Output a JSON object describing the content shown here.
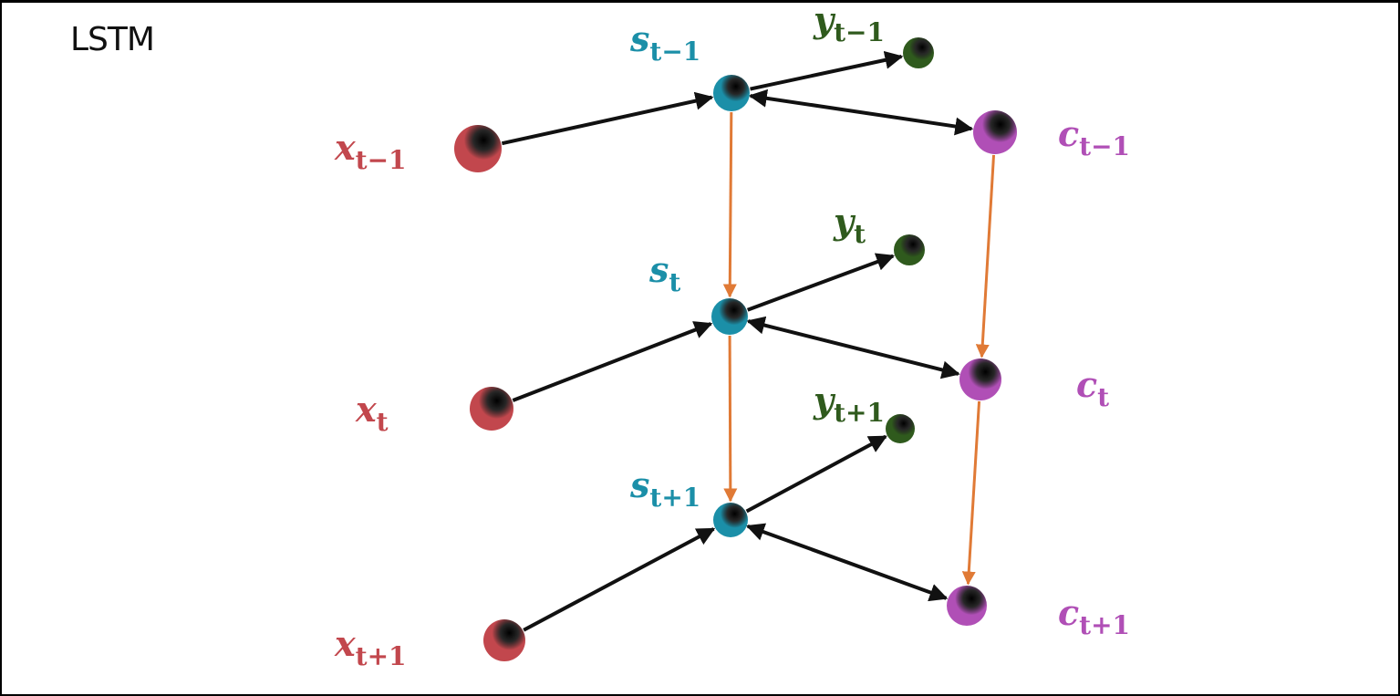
{
  "title": "LSTM",
  "colors": {
    "x": "#c2474d",
    "s": "#1b8fa8",
    "y": "#2f5a1d",
    "c": "#b04fb6",
    "edge": "#111111",
    "memory": "#e07a36"
  },
  "diagram": {
    "nodes": [
      {
        "id": "x_tm1",
        "group": "x",
        "label": "x",
        "sub": "t−1"
      },
      {
        "id": "x_t",
        "group": "x",
        "label": "x",
        "sub": "t"
      },
      {
        "id": "x_tp1",
        "group": "x",
        "label": "x",
        "sub": "t+1"
      },
      {
        "id": "s_tm1",
        "group": "s",
        "label": "s",
        "sub": "t−1"
      },
      {
        "id": "s_t",
        "group": "s",
        "label": "s",
        "sub": "t"
      },
      {
        "id": "s_tp1",
        "group": "s",
        "label": "s",
        "sub": "t+1"
      },
      {
        "id": "y_tm1",
        "group": "y",
        "label": "y",
        "sub": "t−1"
      },
      {
        "id": "y_t",
        "group": "y",
        "label": "y",
        "sub": "t"
      },
      {
        "id": "y_tp1",
        "group": "y",
        "label": "y",
        "sub": "t+1"
      },
      {
        "id": "c_tm1",
        "group": "c",
        "label": "c",
        "sub": "t−1"
      },
      {
        "id": "c_t",
        "group": "c",
        "label": "c",
        "sub": "t"
      },
      {
        "id": "c_tp1",
        "group": "c",
        "label": "c",
        "sub": "t+1"
      }
    ],
    "edges": [
      {
        "from": "x_tm1",
        "to": "s_tm1",
        "type": "input"
      },
      {
        "from": "x_t",
        "to": "s_t",
        "type": "input"
      },
      {
        "from": "x_tp1",
        "to": "s_tp1",
        "type": "input"
      },
      {
        "from": "s_tm1",
        "to": "y_tm1",
        "type": "output"
      },
      {
        "from": "s_t",
        "to": "y_t",
        "type": "output"
      },
      {
        "from": "s_tp1",
        "to": "y_tp1",
        "type": "output"
      },
      {
        "from": "s_tm1",
        "to": "c_tm1",
        "type": "bidirectional"
      },
      {
        "from": "s_t",
        "to": "c_t",
        "type": "bidirectional"
      },
      {
        "from": "s_tp1",
        "to": "c_tp1",
        "type": "bidirectional"
      },
      {
        "from": "s_tm1",
        "to": "s_t",
        "type": "recurrent"
      },
      {
        "from": "s_t",
        "to": "s_tp1",
        "type": "recurrent"
      },
      {
        "from": "c_tm1",
        "to": "c_t",
        "type": "recurrent"
      },
      {
        "from": "c_t",
        "to": "c_tp1",
        "type": "recurrent"
      }
    ]
  }
}
